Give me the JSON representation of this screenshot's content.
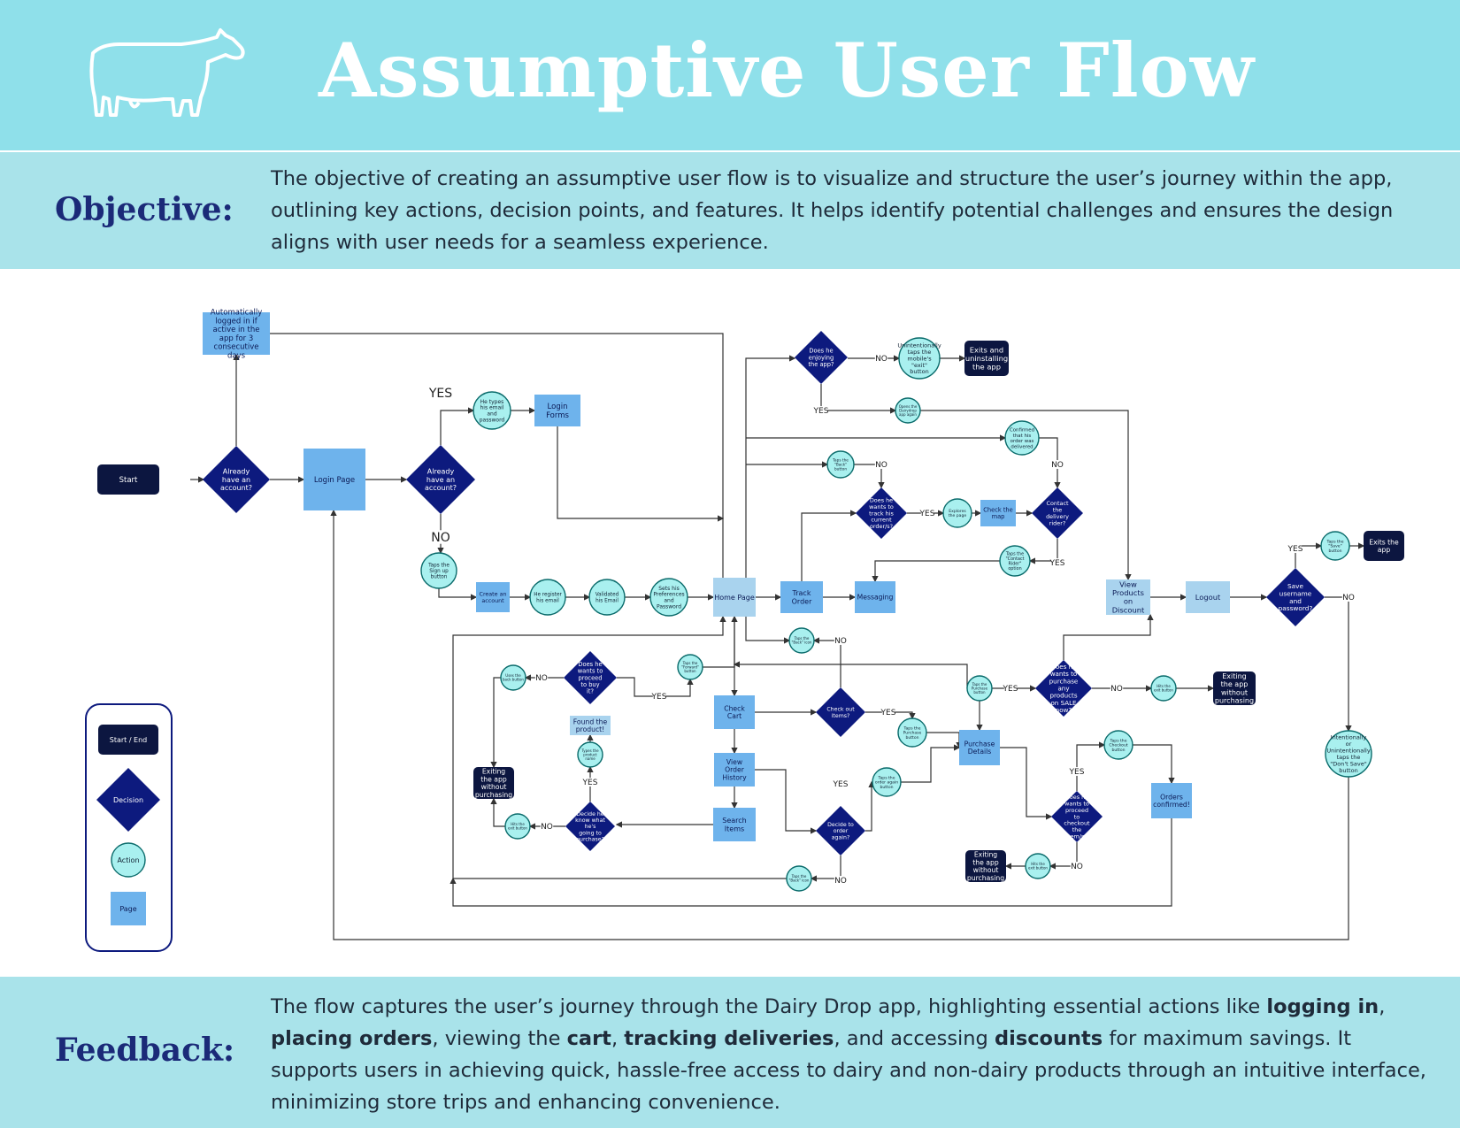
{
  "header": {
    "title": "Assumptive User Flow"
  },
  "objective": {
    "label": "Objective:",
    "text": "The objective of creating an assumptive user flow is to visualize and structure the user’s journey within the app, outlining key actions, decision points, and features. It helps identify potential challenges and ensures the design aligns with user needs for a seamless experience."
  },
  "feedback": {
    "label": "Feedback:",
    "parts": [
      {
        "t": "The flow captures the user’s journey through the Dairy Drop app, highlighting essential actions like "
      },
      {
        "t": "logging in",
        "b": true
      },
      {
        "t": ", "
      },
      {
        "t": "placing orders",
        "b": true
      },
      {
        "t": ", viewing the "
      },
      {
        "t": "cart",
        "b": true
      },
      {
        "t": ", "
      },
      {
        "t": "tracking deliveries",
        "b": true
      },
      {
        "t": ", and accessing "
      },
      {
        "t": "discounts",
        "b": true
      },
      {
        "t": " for maximum savings. It supports users in achieving quick, hassle-free access to dairy and non-dairy products through an intuitive interface, minimizing store trips and enhancing convenience."
      }
    ]
  },
  "colors": {
    "header_bg": "#8fe0ea",
    "band_bg": "#a9e3ea",
    "start_end": "#0c1640",
    "decision": "#0d1a7e",
    "action": "#a9f0ef",
    "page": "#6eb3ec",
    "page_light": "#a9d3ee"
  },
  "legend": {
    "start_end": "Start / End",
    "decision": "Decision",
    "action": "Action",
    "page": "Page"
  },
  "nodes": {
    "start": "Start",
    "auto_login": "Automatically logged in if active in the app for 3 consecutive days",
    "have_account_1": "Already have an account?",
    "login_page": "Login Page",
    "have_account_2": "Already have an account?",
    "yes_login": "YES",
    "no_login": "NO",
    "types_email": "He types his email and password",
    "login_forms": "Login Forms",
    "taps_signup": "Taps the Sign up button",
    "create_account": "Create an account",
    "register_email": "He register his email",
    "validated_email": "Validated his Email",
    "sets_preferences": "Sets his Preferences and Password",
    "home_page": "Home Page",
    "enjoying_app": "Does he enjoying the app?",
    "uninstall_action": "Unintentionally taps the mobile's \"exit\" button",
    "exits_uninstall": "Exits and uninstalling the app",
    "opens_app": "Opens the Dairydrop app again",
    "confirmed_order": "Confirmed that his order was delivered",
    "taps_back_1": "Taps the \"Back\" button",
    "track_current": "Does he wants to track his current order/s?",
    "explores_page": "Explores the page",
    "check_map": "Check the map",
    "contact_rider": "Contact the delivery rider?",
    "taps_contact": "Taps the \"Contact Rider\" option",
    "track_order": "Track Order",
    "messaging": "Messaging",
    "view_discount": "View Products on Discount",
    "logout": "Logout",
    "save_credentials": "Save username and password?",
    "taps_save": "Taps the \"Save\" button",
    "exits_app": "Exits the app",
    "dont_save": "Intentionally or Unintentionally taps the \"Don't Save\" button",
    "taps_back_2": "Taps the \"Back\" icon",
    "taps_forward": "Taps the \"Forward\" button",
    "uses_back": "Uses the back button",
    "proceed_buy": "Does he wants to proceed to buy it?",
    "found_product": "Found the product!",
    "types_product": "Types the product name",
    "check_cart": "Check Cart",
    "check_out": "Check out items?",
    "view_order_history": "View Order History",
    "search_items": "Search Items",
    "exit_no_purchase_1": "Exiting the app without purchasing",
    "hits_exit_1": "Hits the exit button",
    "decide_know": "Decide he know what he's going to purchase?",
    "taps_order_again": "Taps the order again button",
    "decide_order_again": "Decide to order again?",
    "taps_back_3": "Taps the \"Back\" icon",
    "taps_purchase_1": "Taps the Purchase button",
    "taps_purchase_2": "Taps the Purchase button",
    "purchase_discount": "Does he wants to purchase any products on SALE now?",
    "hits_exit_2": "Hits the exit button",
    "exit_no_purchase_2": "Exiting the app without purchasing",
    "purchase_details": "Purchase Details",
    "taps_checkout": "Taps the Checkout button",
    "orders_confirmed": "Orders confirmed!",
    "proceed_checkout": "Does he wants to proceed to checkout the item/s?",
    "hits_exit_3": "Hits the exit button",
    "exit_no_purchase_3": "Exiting the app without purchasing"
  },
  "edge_labels": {
    "yes": "YES",
    "no": "NO"
  }
}
